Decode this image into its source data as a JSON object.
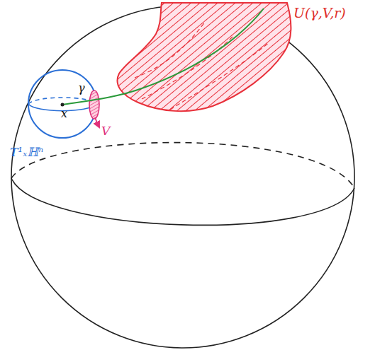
{
  "diagram": {
    "labels": [
      "U(γ,V,r)",
      "T¹ₓℍⁿ",
      "x",
      "γ",
      "V"
    ]
  }
}
